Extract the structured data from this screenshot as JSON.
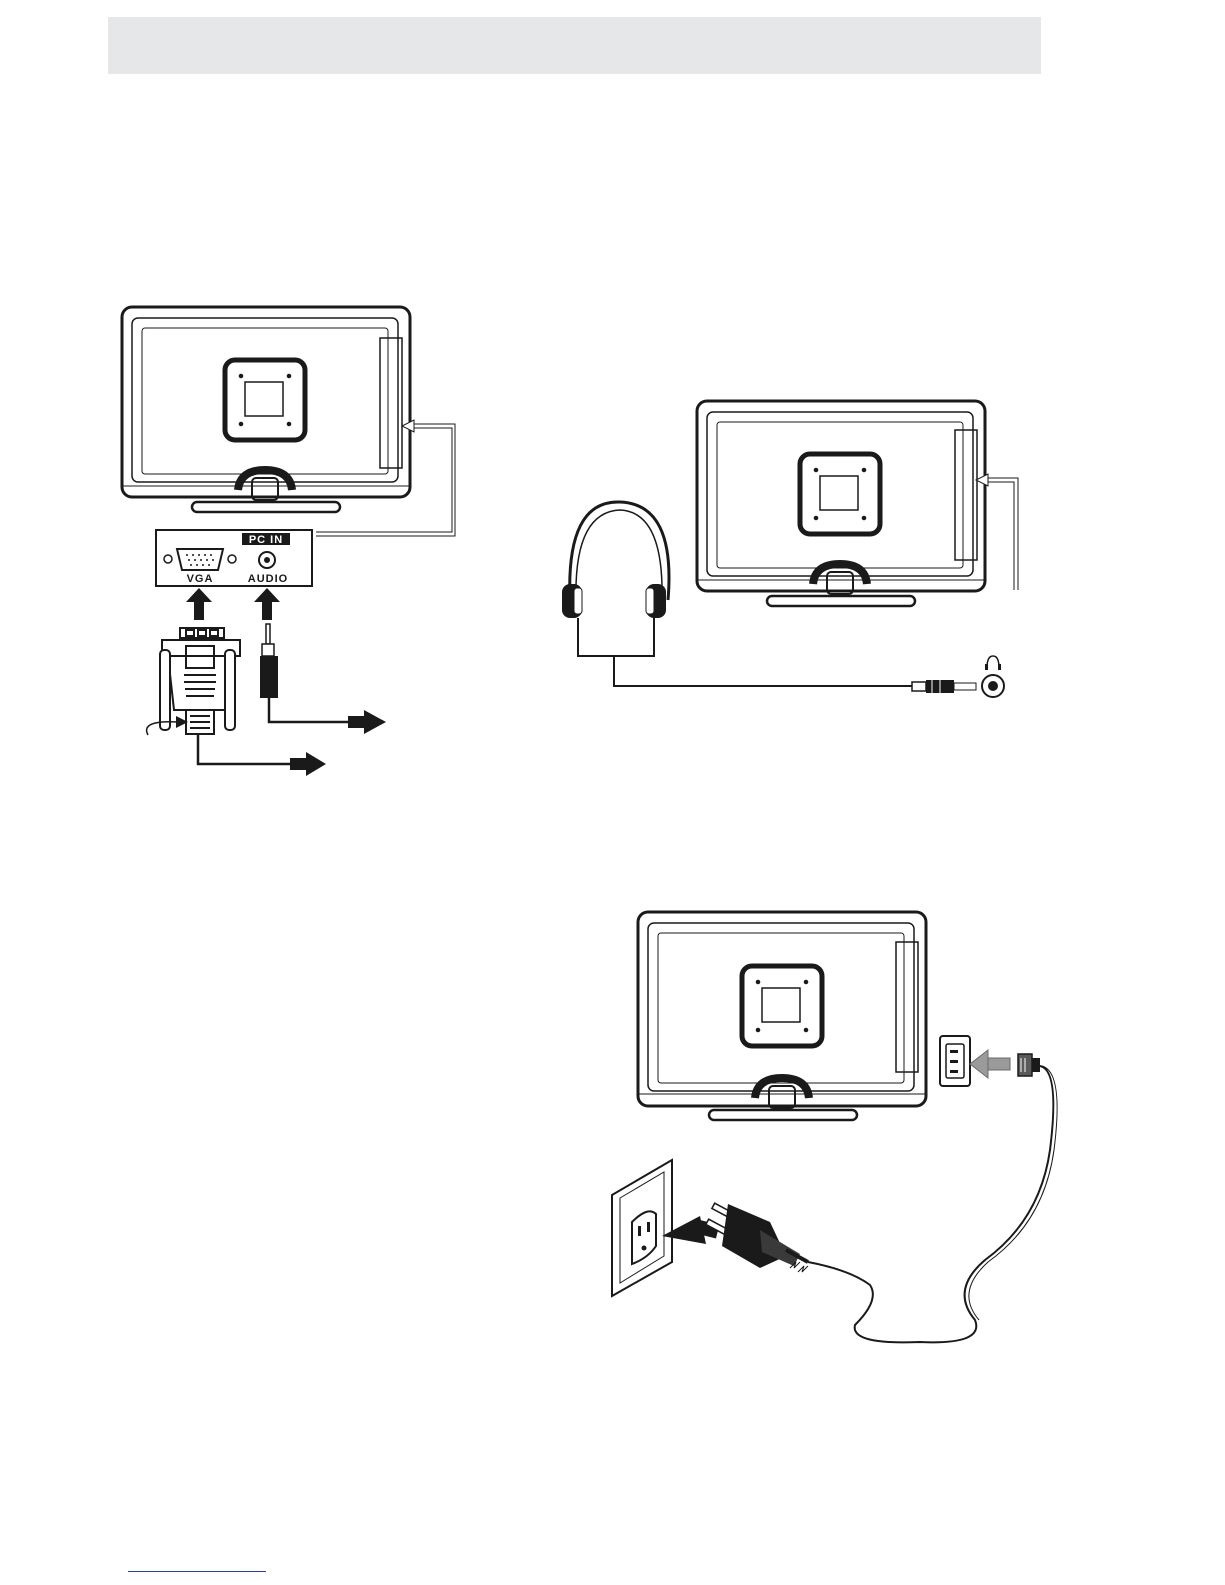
{
  "pc_connection": {
    "panel_title": "PC IN",
    "vga_label": "VGA",
    "audio_label": "AUDIO"
  },
  "colors": {
    "header_band": "#e5e7e9",
    "footer_rule": "#2c3f8f",
    "line_art": "#1a1a1a",
    "insert_arrow": "#9a9a9a"
  },
  "icons": {
    "headphone_jack_icon": "headphones-icon",
    "power_plug_icon": "power-plug-icon",
    "wall_outlet_icon": "wall-outlet-icon"
  }
}
